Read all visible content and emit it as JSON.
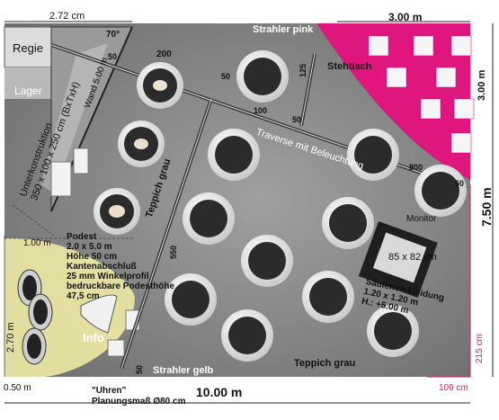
{
  "dimensions": {
    "top_left_width": "2.72 cm",
    "top_right_width": "3.00 m",
    "right_small": "3.00 m",
    "right_total": "7.50 m",
    "bottom_total": "10.00 m",
    "bottom_left": "0.50 m",
    "left_info_height": "2.70 m",
    "left_info_width": "1.00 m",
    "red_vertical": "215 cm",
    "red_horizontal": "109 cm"
  },
  "truss_marks": {
    "angle": "70°",
    "m50_a": "50",
    "m200": "200",
    "m50_b": "50",
    "m125": "125",
    "m100": "100",
    "m50_c": "50",
    "m800": "800",
    "m50_d": "50",
    "m550": "550",
    "m50_e": "50"
  },
  "zones": {
    "regie": "Regie",
    "lager": "Lager",
    "wand_line1": "Wand",
    "wand_line2": "5.00 m",
    "unterkonstruktion_line1": "Unterkonstruktion",
    "unterkonstruktion_line2": "350 x 100 x 250 cm (BxTxH)",
    "stehtisch": "Stehtisch",
    "monitor": "Monitor",
    "monitor_size": "85 x 82 cm",
    "info": "Info"
  },
  "labels": {
    "strahler_pink": "Strahler pink",
    "strahler_gelb": "Strahler gelb",
    "traverse": "Traverse mit Beleuchtung",
    "teppich_left": "Teppich grau",
    "teppich_bottom": "Teppich grau",
    "uhren_line1": "\"Uhren\"",
    "uhren_line2": "Planungsmaß Ø80 cm"
  },
  "podest": {
    "line1": "Podest",
    "line2": "2.0 x 5.0 m",
    "line3": "Höhe 50 cm",
    "line4": "Kantenabschluß",
    "line5": "25 mm Winkelprofil",
    "line6": "bedruckbare Podesthöhe",
    "line7": "47,5 cm"
  },
  "saeule": {
    "line1": "Säulenverkleidung",
    "line2": "1.20 x 1.20 m",
    "line3": "H.: +5.00 m"
  },
  "colors": {
    "pink": "#e0167f",
    "yellow": "#ece7a4",
    "carpet": "#8c8c8c",
    "clock_ring": "#e8e8e8",
    "clock_face": "#2b2b2b"
  }
}
